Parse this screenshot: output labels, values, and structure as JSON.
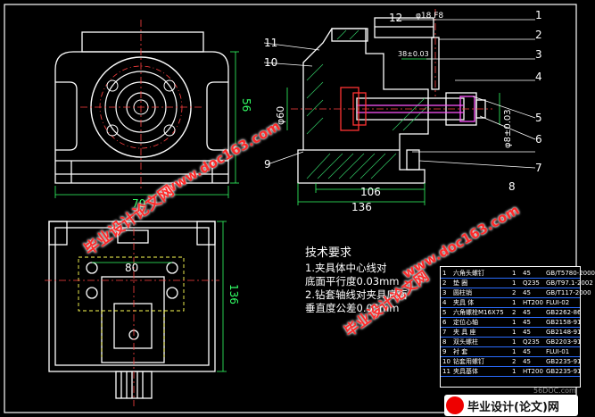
{
  "views": {
    "front_dim_height": "56",
    "top_dim_width": "70",
    "top_dim_height": "136",
    "top_dim_80": "80",
    "section_dim_106": "106",
    "section_dim_136": "136",
    "section_dia_60": "φ60",
    "section_dia_8": "φ8±0.03",
    "section_tol_top": "φ18 F8",
    "section_tol_38": "38±0.03",
    "callouts": [
      "1",
      "2",
      "3",
      "4",
      "5",
      "6",
      "7",
      "8",
      "9",
      "10",
      "11",
      "12"
    ]
  },
  "notes": {
    "title": "技术要求",
    "line1": "1.夹具体中心线对",
    "line2": "底面平行度0.03mm",
    "line3": "2.钻套轴线对夹具底面",
    "line4": "垂直度公差0.05mm"
  },
  "watermarks": {
    "url": "www.doc163.com",
    "brand": "毕业设计论文网"
  },
  "bom": {
    "rows": [
      [
        "1",
        "六角头螺钉",
        "1",
        "45",
        "GB/T5780-2000"
      ],
      [
        "2",
        "垫  圈",
        "1",
        "Q235",
        "GB/T97.1-2002"
      ],
      [
        "3",
        "圆柱销",
        "2",
        "45",
        "GB/T117-2000"
      ],
      [
        "4",
        "夹具  体",
        "1",
        "HT200",
        "FLUI-02"
      ],
      [
        "5",
        "六角螺栓M16X75",
        "2",
        "45",
        "GB2262-86"
      ],
      [
        "6",
        "定位心轴",
        "1",
        "45",
        "GB2158-91"
      ],
      [
        "7",
        "夹  具  座",
        "1",
        "45",
        "GB2148-91"
      ],
      [
        "8",
        "双头螺柱",
        "1",
        "Q235",
        "GB2203-91"
      ],
      [
        "9",
        "衬  套",
        "1",
        "45",
        "FLUI-01"
      ],
      [
        "10",
        "钻套用螺钉",
        "2",
        "45",
        "GB2235-91"
      ],
      [
        "11",
        "夹具基体",
        "1",
        "HT200",
        "GB2235-91"
      ]
    ]
  },
  "footer": {
    "brand": "毕业设计(论文)网",
    "site": "56DOC.com"
  }
}
